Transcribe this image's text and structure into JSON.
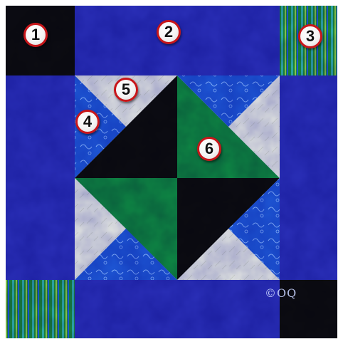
{
  "labels": [
    "1",
    "2",
    "3",
    "4",
    "5",
    "6"
  ],
  "watermark": "©OQ",
  "colors": {
    "border": "#ffffff",
    "black_fabric": "#0c0c12",
    "royal_blue": "#2a2fb8",
    "print_blue": "#1e58d6",
    "green": "#0e8a44",
    "cream": "#e8ebe2",
    "stripe_green": "#1f9a4a",
    "stripe_teal": "#2fb3a8"
  }
}
